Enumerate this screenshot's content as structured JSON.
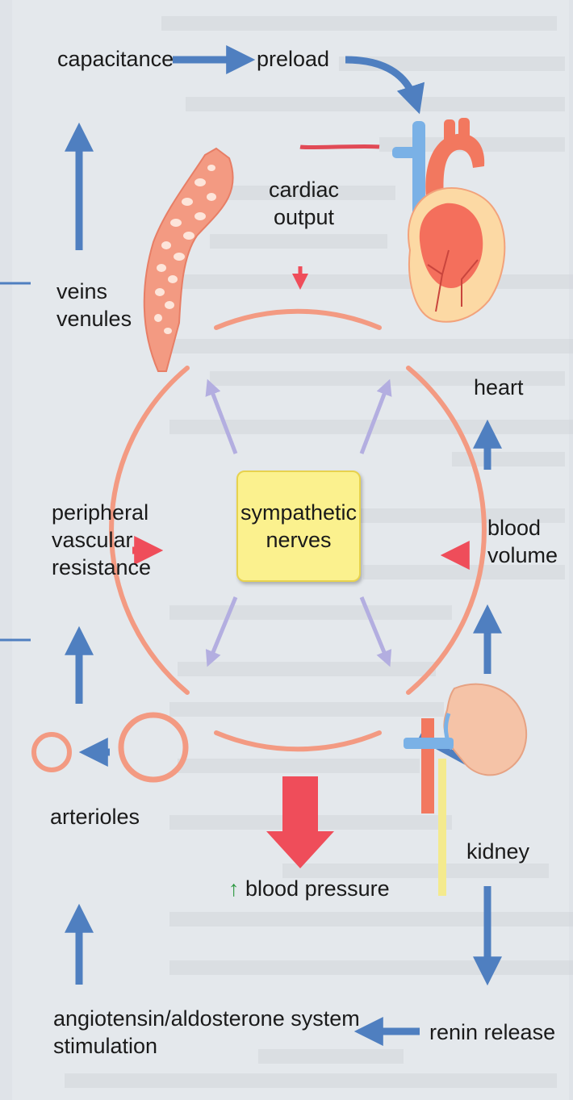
{
  "nodes": {
    "capacitance": "capacitance",
    "preload": "preload",
    "cardiac_output": [
      "cardiac",
      "output"
    ],
    "veins_venules": [
      "veins",
      "venules"
    ],
    "heart": "heart",
    "sympathetic_nerves": [
      "sympathetic",
      "nerves"
    ],
    "peripheral_vascular_resistance": [
      "peripheral",
      "vascular",
      "resistance"
    ],
    "blood_volume": [
      "blood",
      "volume"
    ],
    "arterioles": "arterioles",
    "kidney": "kidney",
    "blood_pressure": {
      "arrow": "↑",
      "label": "blood pressure"
    },
    "angiotensin": [
      "angiotensin/aldosterone system",
      "stimulation"
    ],
    "renin_release": "renin release"
  },
  "colors": {
    "blue_arrow": "#4f7fc0",
    "red_arrow": "#ef4d5a",
    "circle": "#f39a82",
    "nerve_arrow": "#b3aee0",
    "box_fill": "#fbf18e"
  },
  "icons": {
    "vein": "vein-mesh-icon",
    "heart": "heart-illustration-icon",
    "kidney": "kidney-illustration-icon",
    "arteriole_large": "arteriole-dilated-icon",
    "arteriole_small": "arteriole-constricted-icon"
  }
}
